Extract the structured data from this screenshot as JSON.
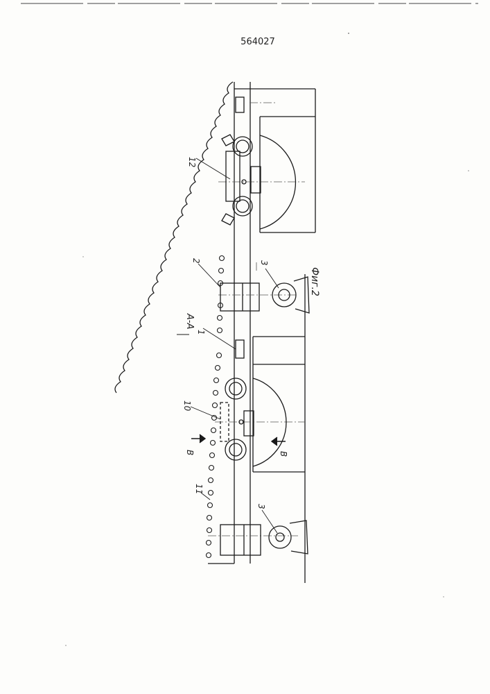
{
  "header": {
    "patent_number": "564027"
  },
  "drawing": {
    "section_label": "А-А",
    "figure_caption": "Фиг.2",
    "cut_label": "В",
    "callouts": [
      "1",
      "2",
      "3",
      "10",
      "11",
      "12"
    ]
  }
}
